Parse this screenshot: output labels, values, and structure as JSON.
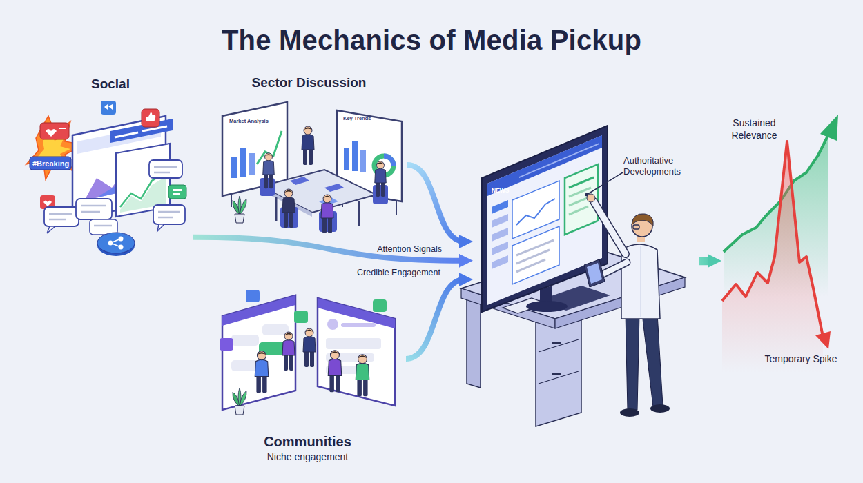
{
  "diagram": {
    "title": "The Mechanics of Media Pickup",
    "nodes": [
      {
        "text": [
          "Social"
        ]
      },
      {
        "text": [
          "Sector Discussion"
        ]
      },
      {
        "text": [
          "Communities",
          "Niche engagement"
        ]
      },
      {
        "text": [
          "Authoritative Developments"
        ]
      },
      {
        "text": [
          "Sustained Relevance",
          "Temporary Spike"
        ]
      }
    ],
    "edges": [
      {
        "from": 0,
        "to": 3,
        "label": "Attention Signals",
        "arrow": "to"
      },
      {
        "from": 1,
        "to": 3,
        "arrow": "to"
      },
      {
        "from": 2,
        "to": 3,
        "label": "Credible Engagement",
        "arrow": "to"
      },
      {
        "from": 3,
        "to": 4,
        "arrow": "to"
      }
    ],
    "labels": [
      "#Breaking",
      "Market Analysis",
      "Key Trends",
      "NEWS"
    ]
  }
}
